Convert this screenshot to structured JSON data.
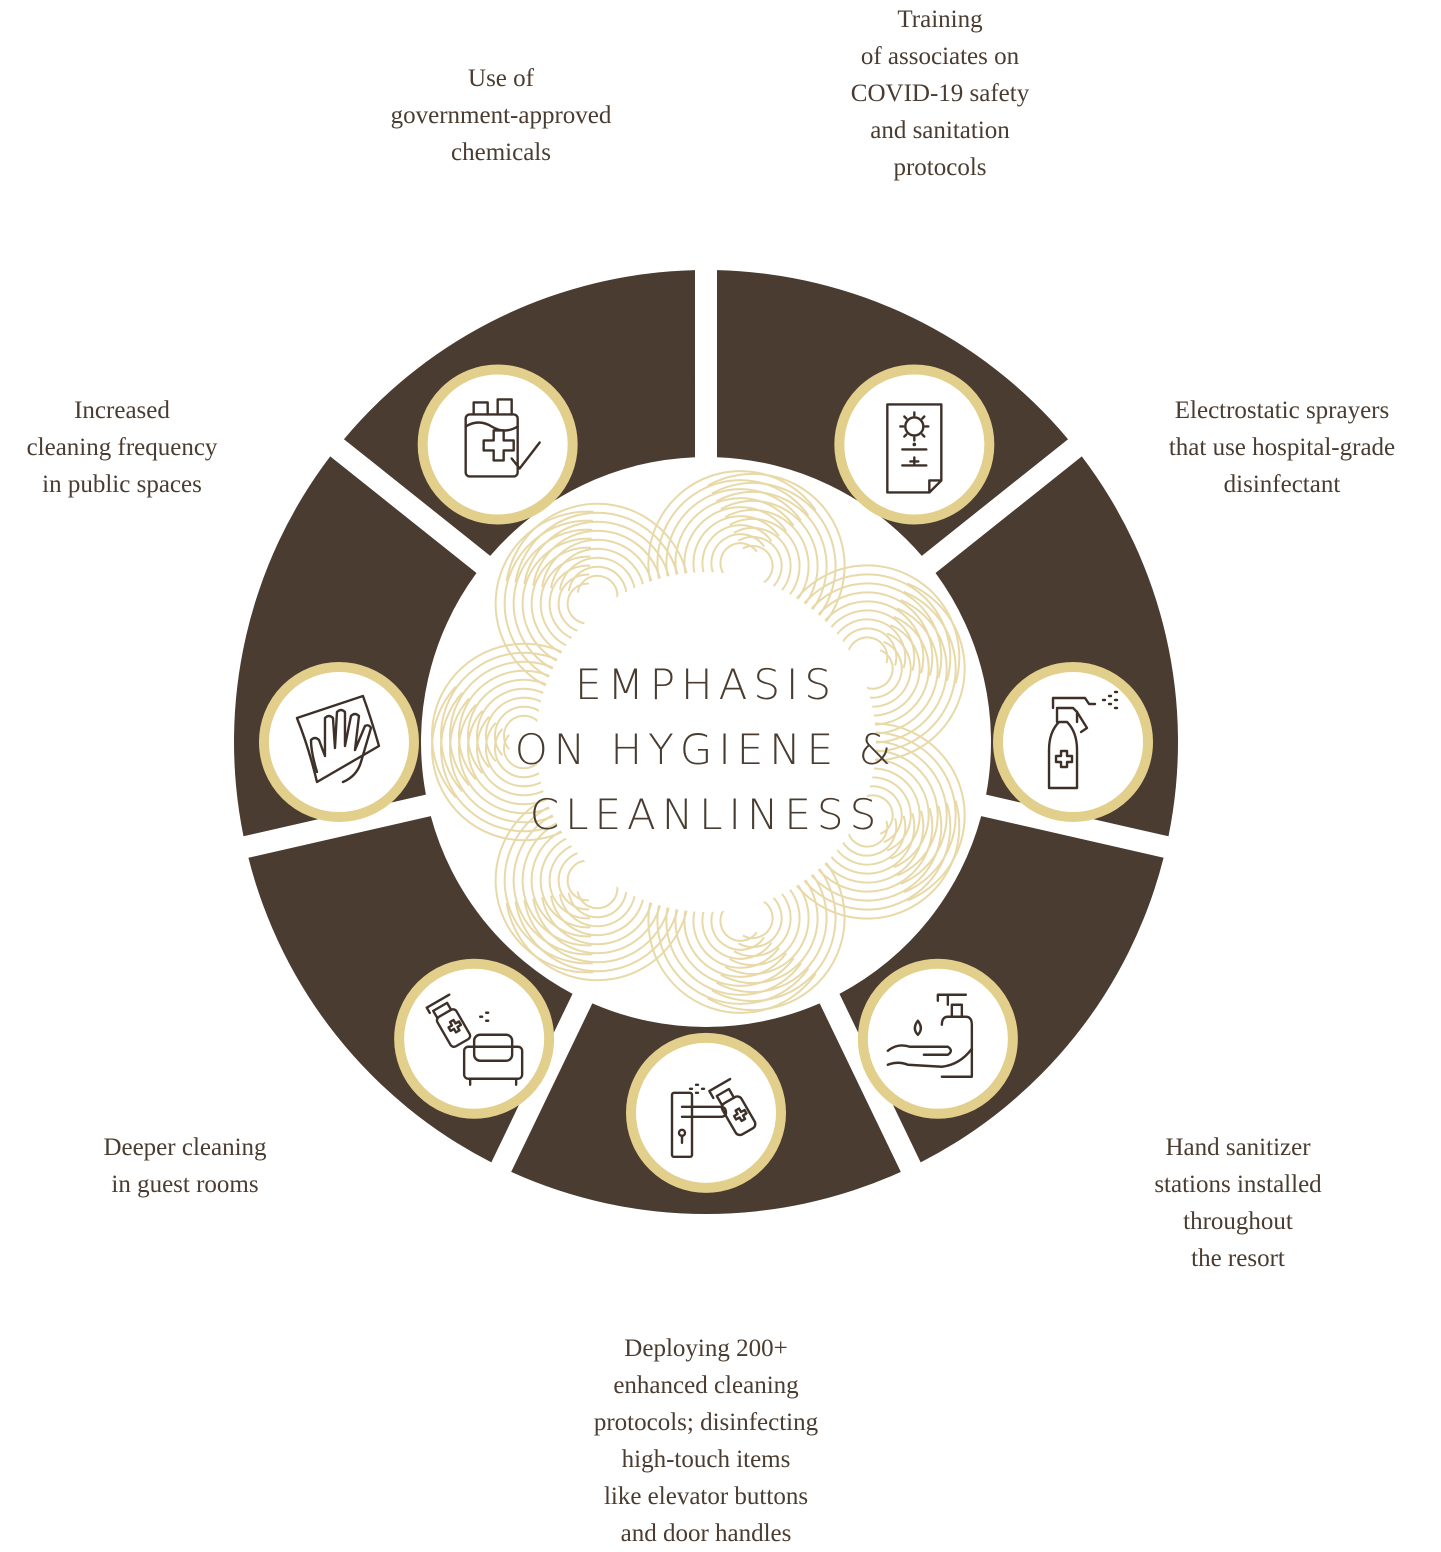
{
  "title_lines": [
    "EMPHASIS",
    "ON HYGIENE &",
    "CLEANLINESS"
  ],
  "colors": {
    "segment": "#4a3c30",
    "badge_ring": "#e2cf8c",
    "pattern": "#e8d9a8",
    "text": "#4a3c30"
  },
  "items": [
    {
      "icon": "chemical-canister-icon",
      "lines": [
        "Use of",
        "government-approved",
        "chemicals"
      ]
    },
    {
      "icon": "protocol-document-icon",
      "lines": [
        "Training",
        "of associates on",
        "COVID-19 safety",
        "and sanitation",
        "protocols"
      ]
    },
    {
      "icon": "spray-bottle-icon",
      "lines": [
        "Electrostatic sprayers",
        "that use hospital-grade",
        "disinfectant"
      ]
    },
    {
      "icon": "hand-sanitizer-icon",
      "lines": [
        "Hand sanitizer",
        "stations installed",
        "throughout",
        "the resort"
      ]
    },
    {
      "icon": "door-handle-spray-icon",
      "lines": [
        "Deploying 200+",
        "enhanced cleaning",
        "protocols; disinfecting",
        "high-touch items",
        "like elevator buttons",
        "and door handles"
      ]
    },
    {
      "icon": "room-cleaning-icon",
      "lines": [
        "Deeper cleaning",
        "in guest rooms"
      ]
    },
    {
      "icon": "hand-wipe-icon",
      "lines": [
        "Increased",
        "cleaning frequency",
        "in public spaces"
      ]
    }
  ]
}
